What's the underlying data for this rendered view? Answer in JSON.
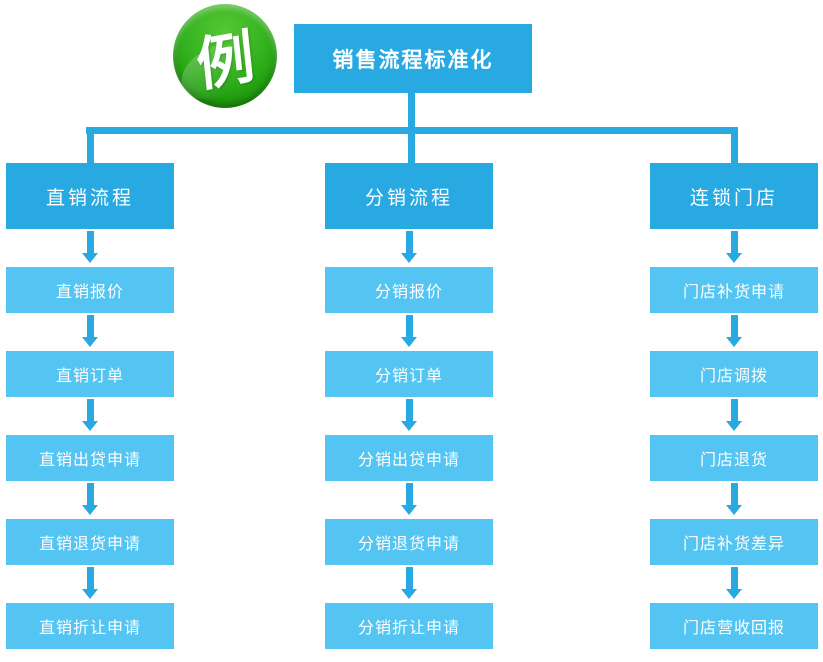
{
  "badge": {
    "label": "例"
  },
  "root": {
    "title": "销售流程标准化"
  },
  "columns": [
    {
      "header": "直销流程",
      "items": [
        "直销报价",
        "直销订单",
        "直销出贷申请",
        "直销退货申请",
        "直销折让申请"
      ]
    },
    {
      "header": "分销流程",
      "items": [
        "分销报价",
        "分销订单",
        "分销出贷申请",
        "分销退货申请",
        "分销折让申请"
      ]
    },
    {
      "header": "连锁门店",
      "items": [
        "门店补货申请",
        "门店调拨",
        "门店退货",
        "门店补货差异",
        "门店营收回报"
      ]
    }
  ],
  "colors": {
    "primary": "#29A9E1",
    "light": "#54C5F2",
    "badge_green": "#2DA71A",
    "text": "#FFFFFF"
  }
}
